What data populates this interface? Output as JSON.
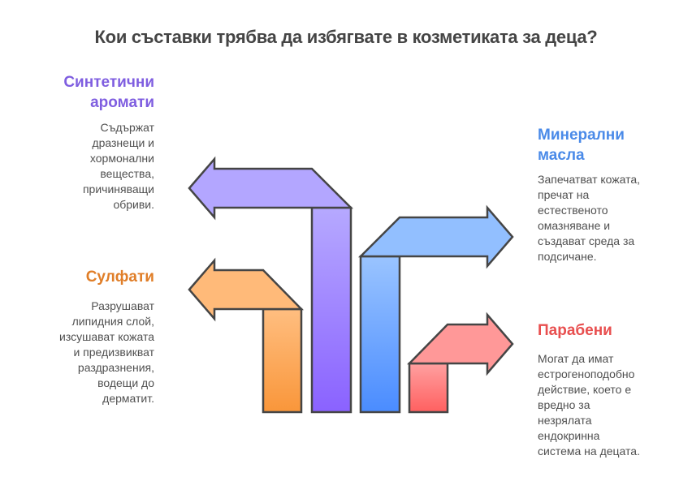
{
  "title": "Кои съставки трябва да избягвате в козметиката за деца?",
  "items": [
    {
      "id": "synthetic-fragrances",
      "heading_lines": [
        "Синтетични",
        "аромати"
      ],
      "description_lines": [
        "Съдържат",
        "дразнещи и",
        "хормонални",
        "вещества,",
        "причиняващи",
        "обриви."
      ],
      "color": "#7f5ee0",
      "arrow_gradient": [
        "#b6a9ff",
        "#8a62ff"
      ],
      "arrow_direction": "left",
      "side": "left"
    },
    {
      "id": "sulfates",
      "heading_lines": [
        "Сулфати"
      ],
      "description_lines": [
        "Разрушават",
        "липидния слой,",
        "изсушават кожата",
        "и предизвикват",
        "раздразнения,",
        "водещи до",
        "дерматит."
      ],
      "color": "#e07e28",
      "arrow_gradient": [
        "#ffbe80",
        "#f9963a"
      ],
      "arrow_direction": "left",
      "side": "left"
    },
    {
      "id": "mineral-oils",
      "heading_lines": [
        "Минерални",
        "масла"
      ],
      "description_lines": [
        "Запечатват кожата,",
        "пречат на",
        "естественото",
        "омазняване и",
        "създават среда за",
        "подсичане."
      ],
      "color": "#4a8ae8",
      "arrow_gradient": [
        "#9ac4ff",
        "#4a8cff"
      ],
      "arrow_direction": "right",
      "side": "right"
    },
    {
      "id": "parabens",
      "heading_lines": [
        "Парабени"
      ],
      "description_lines": [
        "Могат да имат",
        "естрогеноподобно",
        "действие, което е",
        "вредно за",
        "незрялата",
        "ендокринна",
        "система на децата."
      ],
      "color": "#e84f4f",
      "arrow_gradient": [
        "#ffa0a0",
        "#ff6060"
      ],
      "arrow_direction": "right",
      "side": "right"
    }
  ]
}
